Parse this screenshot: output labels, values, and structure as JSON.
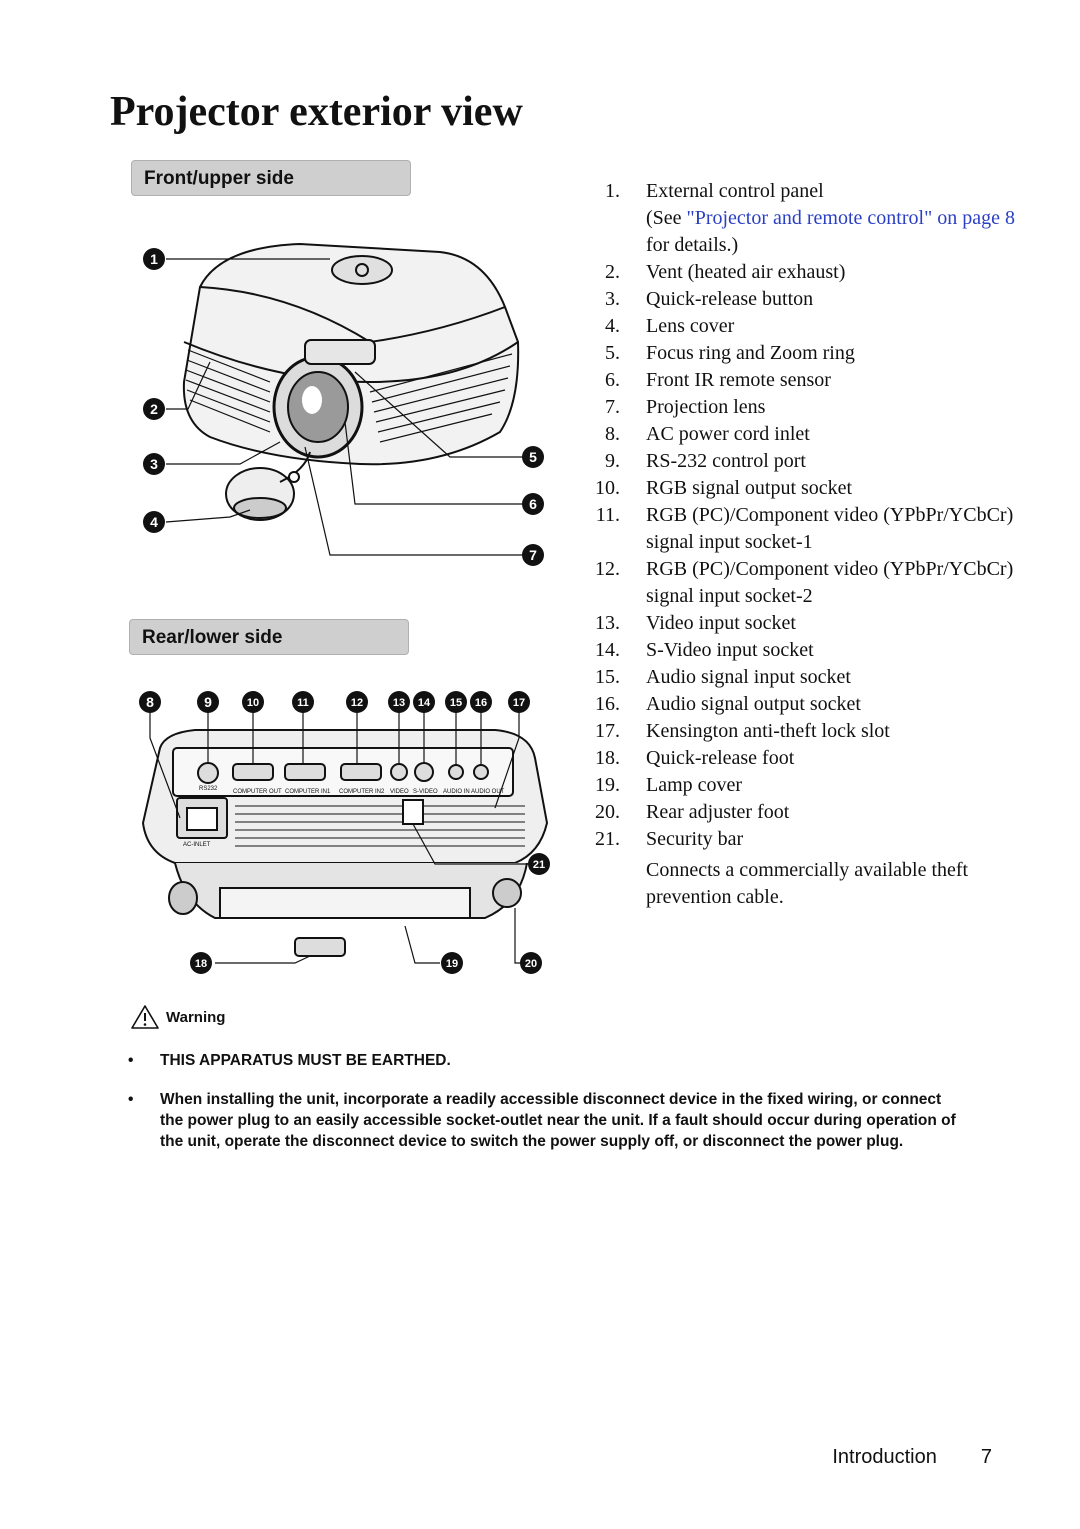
{
  "page_title": "Projector exterior view",
  "sections": {
    "front": "Front/upper side",
    "rear": "Rear/lower side"
  },
  "figures": {
    "front_callouts": [
      "1",
      "2",
      "3",
      "4",
      "5",
      "6",
      "7"
    ],
    "rear_callouts": [
      "8",
      "9",
      "10",
      "11",
      "12",
      "13",
      "14",
      "15",
      "16",
      "17",
      "18",
      "19",
      "20",
      "21"
    ],
    "rear_labels": {
      "rs232": "RS232",
      "computer_out": "COMPUTER OUT",
      "computer_in1": "COMPUTER IN1",
      "computer_in2": "COMPUTER IN2",
      "video": "VIDEO",
      "svideo": "S-VIDEO",
      "audio_in": "AUDIO IN",
      "audio_out": "AUDIO OUT",
      "ac_inlet": "AC-INLET"
    }
  },
  "items": [
    {
      "num": "1.",
      "text": "External control panel",
      "note_pre": "(See ",
      "note_link": "\"Projector and remote control\" on page 8",
      "note_post": " for details.)"
    },
    {
      "num": "2.",
      "text": "Vent (heated air exhaust)"
    },
    {
      "num": "3.",
      "text": "Quick-release button"
    },
    {
      "num": "4.",
      "text": "Lens cover"
    },
    {
      "num": "5.",
      "text": "Focus ring and Zoom ring"
    },
    {
      "num": "6.",
      "text": "Front IR remote sensor"
    },
    {
      "num": "7.",
      "text": "Projection lens"
    },
    {
      "num": "8.",
      "text": "AC power cord inlet"
    },
    {
      "num": "9.",
      "text": "RS-232 control port"
    },
    {
      "num": "10.",
      "text": "RGB signal output socket"
    },
    {
      "num": "11.",
      "text": "RGB (PC)/Component video (YPbPr/YCbCr) signal input socket-1"
    },
    {
      "num": "12.",
      "text": "RGB (PC)/Component video (YPbPr/YCbCr) signal input socket-2"
    },
    {
      "num": "13.",
      "text": "Video input socket"
    },
    {
      "num": "14.",
      "text": "S-Video input socket"
    },
    {
      "num": "15.",
      "text": "Audio signal input socket"
    },
    {
      "num": "16.",
      "text": "Audio signal output socket"
    },
    {
      "num": "17.",
      "text": "Kensington anti-theft lock slot"
    },
    {
      "num": "18.",
      "text": "Quick-release foot"
    },
    {
      "num": "19.",
      "text": "Lamp cover"
    },
    {
      "num": "20.",
      "text": "Rear adjuster foot"
    },
    {
      "num": "21.",
      "text": "Security bar",
      "extra": "Connects a commercially available theft prevention cable."
    }
  ],
  "warning": {
    "label": "Warning",
    "bullet_char": "•",
    "bullets": [
      "THIS APPARATUS MUST BE EARTHED.",
      "When installing the unit, incorporate a readily accessible disconnect device in the fixed wiring, or connect the power plug to an easily accessible socket-outlet near the unit. If a fault should occur during operation of the unit, operate the disconnect device to switch the power supply off, or disconnect the power plug."
    ]
  },
  "footer": {
    "section": "Introduction",
    "page": "7"
  }
}
